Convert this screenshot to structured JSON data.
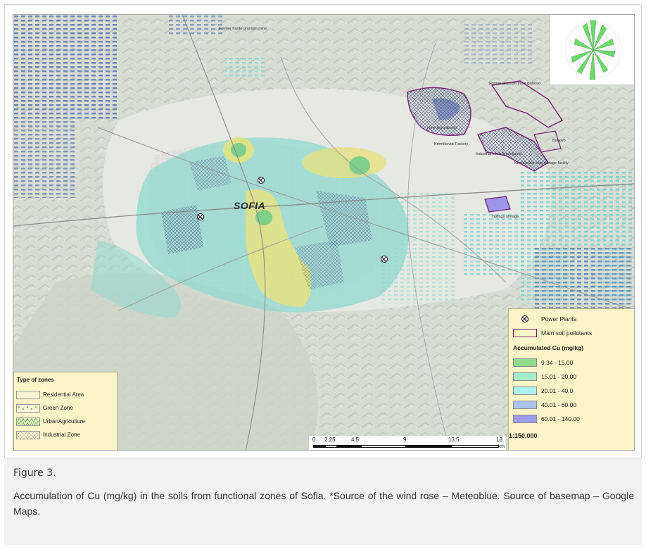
{
  "figure": {
    "label": "Figure 3.",
    "caption": "Accumulation of Cu (mg/kg) in the soils from functional zones of Sofia. *Source of the wind rose – Meteoblue. Source of basemap – Google Maps."
  },
  "map": {
    "city_label": "SOFIA",
    "places": [
      "Former Kurilo uranium mine",
      "Former uranium mine Buhovo",
      "mine Kremikovtsi",
      "Kremikovtsi Factory",
      "Industrial zone Kremikovtsi",
      "Kremikovtsi slag storage facility",
      "Tailings storage",
      "Buhovo",
      "Sofia"
    ],
    "power_plants_count": 3
  },
  "legend_zones": {
    "title": "Type of zones",
    "items": [
      {
        "label": "Residential Area",
        "pattern": "residential"
      },
      {
        "label": "Green Zone",
        "pattern": "green"
      },
      {
        "label": "UrbanAgriculture",
        "pattern": "agri"
      },
      {
        "label": "Industrial Zone",
        "pattern": "industrial"
      }
    ]
  },
  "legend_cu": {
    "power_plants_label": "Power Plants",
    "pollutants_label": "Main soil pollutants",
    "title": "Accumulated Cu (mg/kg)",
    "classes": [
      {
        "label": "9.34 - 15.00",
        "color": "#8fdc8c"
      },
      {
        "label": "15.01 - 20.00",
        "color": "#a6eccb"
      },
      {
        "label": "20.01 - 40.0",
        "color": "#aef3f1"
      },
      {
        "label": "40.01 - 60.00",
        "color": "#a9c4ee"
      },
      {
        "label": "60.01 - 140.00",
        "color": "#9e9bec"
      }
    ],
    "scale_text": "1:150,000"
  },
  "scalebar": {
    "ticks": [
      "0",
      "2.25",
      "4.5",
      "9",
      "13.5",
      "18"
    ],
    "unit": "km"
  },
  "colors": {
    "pollutant_outline": "#7a1c7a",
    "basemap": "#dbe0d8"
  }
}
